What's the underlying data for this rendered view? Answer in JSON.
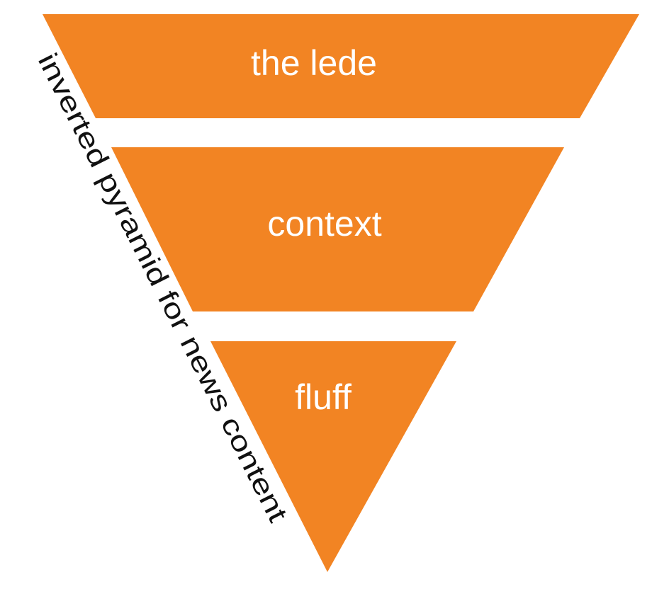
{
  "diagram": {
    "side_label": "inverted pyramid for news content",
    "fill_color": "#F28423",
    "tiers": [
      {
        "label": "the lede"
      },
      {
        "label": "context"
      },
      {
        "label": "fluff"
      }
    ]
  }
}
